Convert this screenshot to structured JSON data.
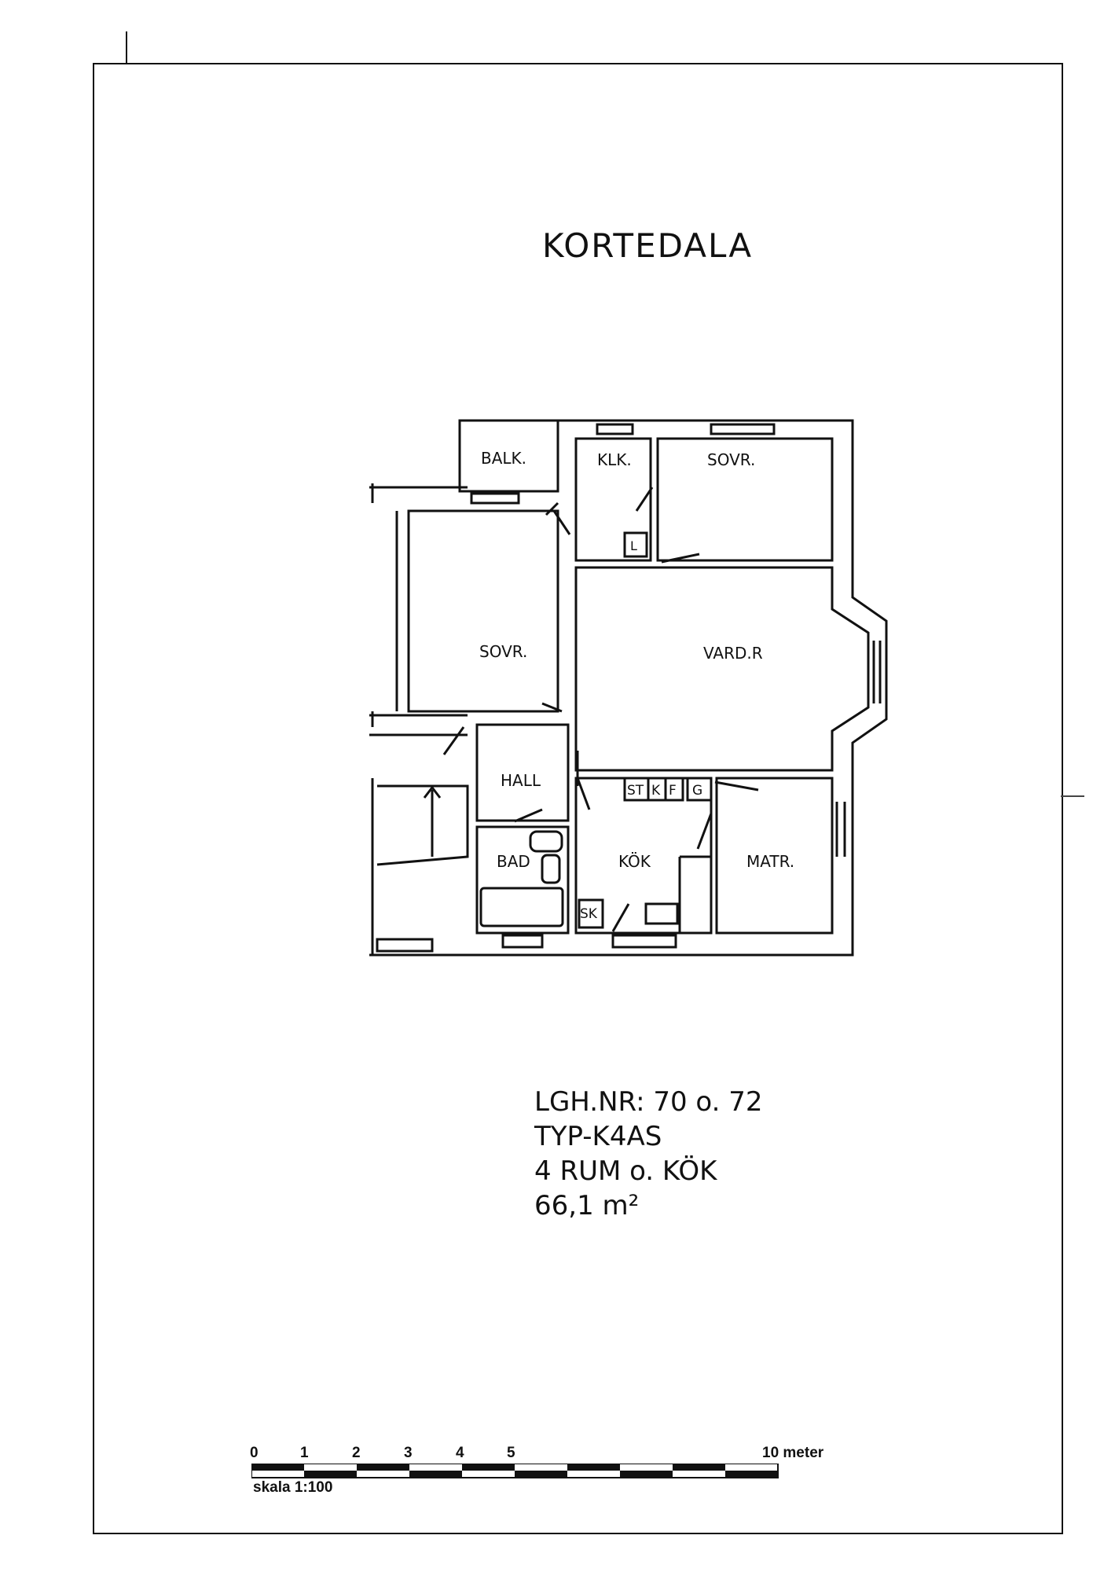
{
  "sheet": {
    "title": "KORTEDALA"
  },
  "rooms": {
    "balk": "BALK.",
    "klk": "KLK.",
    "sovr_top": "SOVR.",
    "sovr_left": "SOVR.",
    "vard": "VARD.R",
    "hall": "HALL",
    "bad": "BAD",
    "kok": "KÖK",
    "matr": "MATR.",
    "st": "ST",
    "k": "K",
    "f": "F",
    "g": "G",
    "sk": "SK",
    "l": "L"
  },
  "apartment": {
    "lgh_nr": "LGH.NR: 70 o. 72",
    "typ": "TYP-K4AS",
    "rum": "4 RUM o. KÖK",
    "area": "66,1 m²"
  },
  "scale_bar": {
    "ticks": [
      "0",
      "1",
      "2",
      "3",
      "4",
      "5"
    ],
    "end_label": "10 meter",
    "scale_label": "skala 1:100"
  },
  "colors": {
    "ink": "#111111",
    "paper": "#ffffff"
  }
}
